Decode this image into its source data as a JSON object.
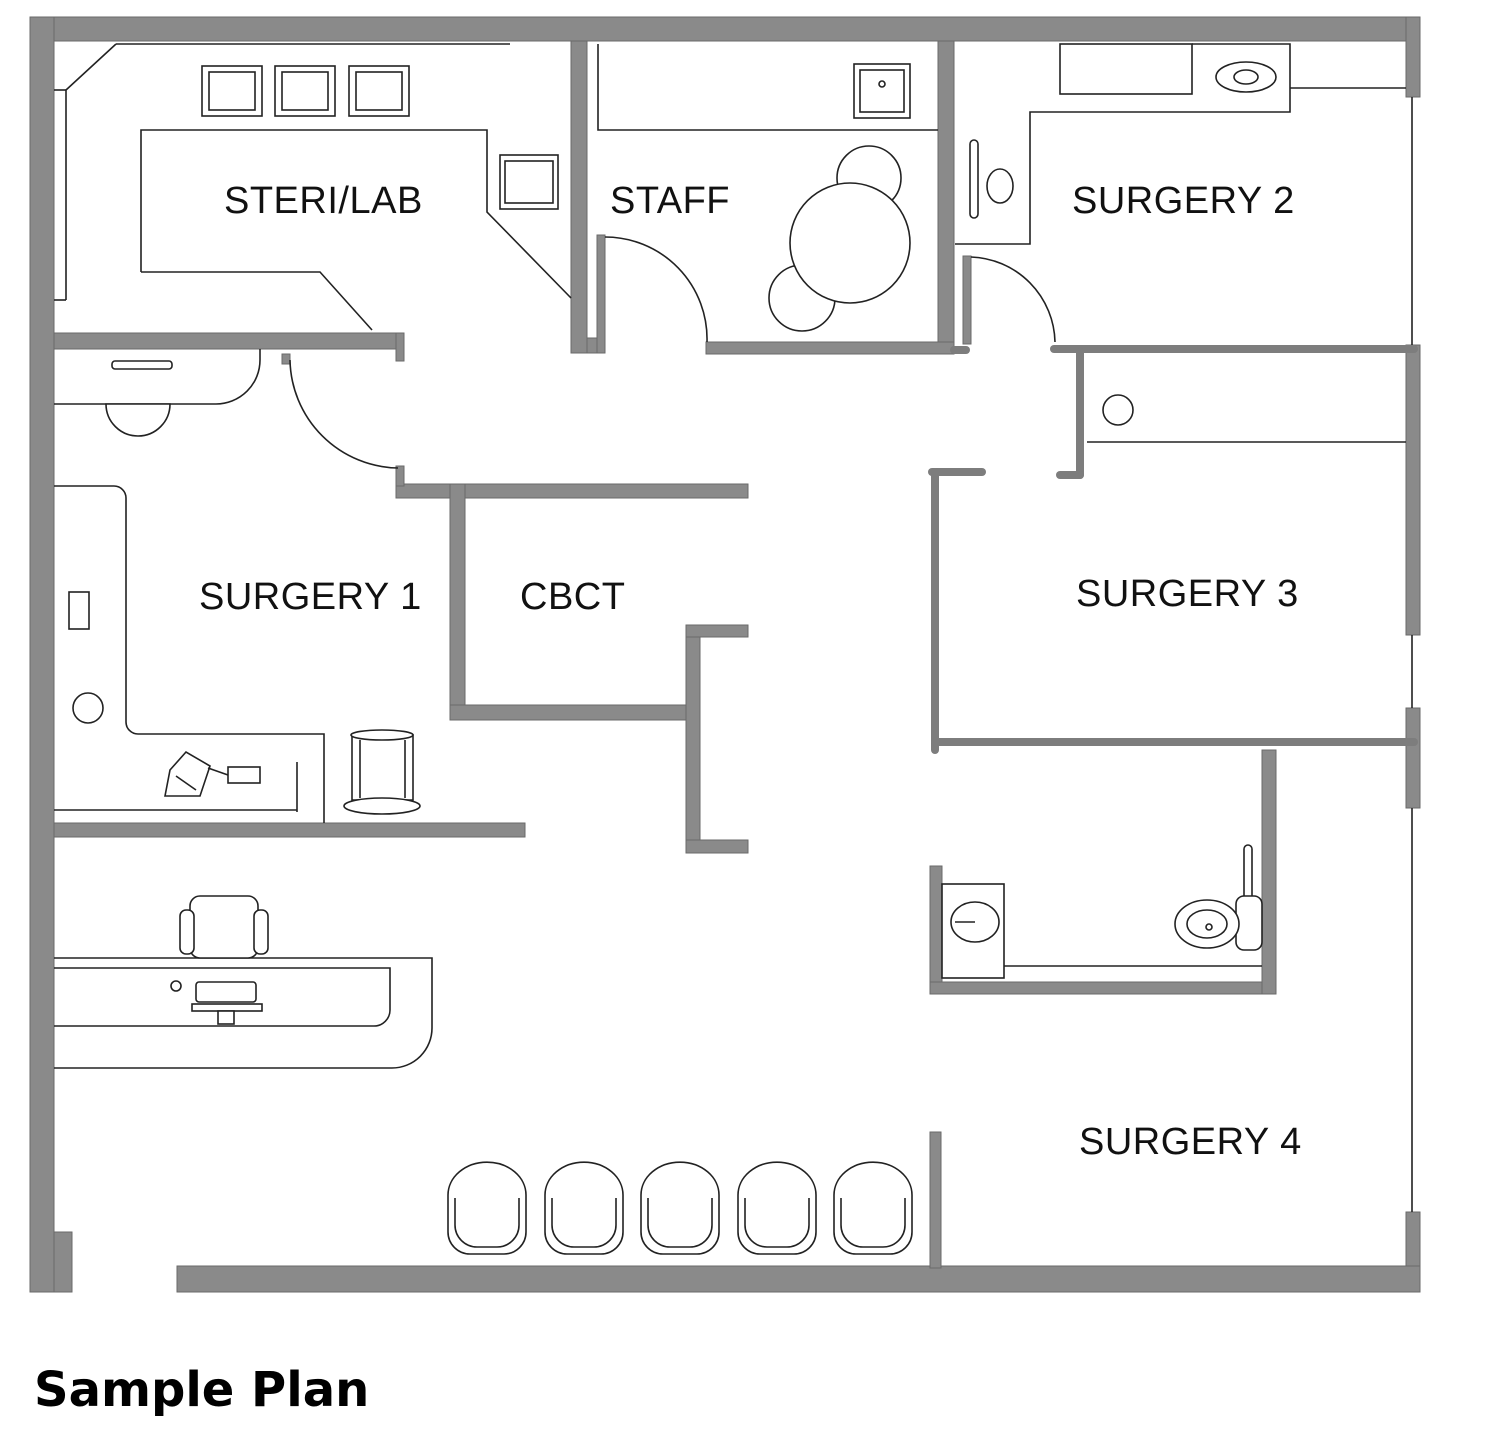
{
  "rooms": {
    "steri_lab": "STERI/LAB",
    "staff": "STAFF",
    "surgery_2": "SURGERY 2",
    "surgery_1": "SURGERY 1",
    "cbct": "CBCT",
    "surgery_3": "SURGERY 3",
    "surgery_4": "SURGERY 4"
  },
  "caption": "Sample Plan",
  "colors": {
    "wall": "#8a8a8a",
    "line": "#222222",
    "background": "#ffffff"
  }
}
